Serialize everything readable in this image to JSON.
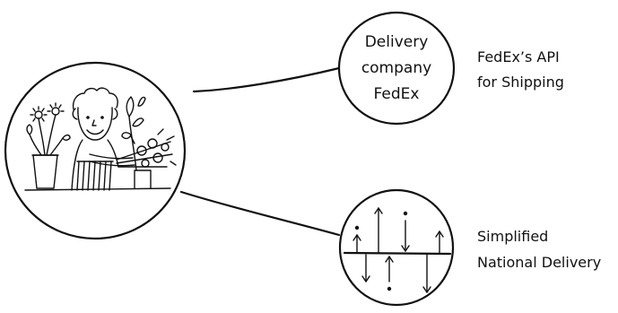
{
  "diagram": {
    "nodes": [
      {
        "id": "florist",
        "label": "",
        "icon": "florist-with-flowers-illustration"
      },
      {
        "id": "fedex",
        "circle_lines": [
          "Delivery",
          "company",
          "FedEx"
        ],
        "side_lines": [
          "FedEx’s API",
          "for Shipping"
        ]
      },
      {
        "id": "national",
        "circle_lines": [],
        "icon": "up-down-arrows-timeline-icon",
        "side_lines": [
          "Simplified",
          "National Delivery"
        ]
      }
    ],
    "edges": [
      {
        "from": "florist",
        "to": "fedex"
      },
      {
        "from": "florist",
        "to": "national"
      }
    ]
  }
}
